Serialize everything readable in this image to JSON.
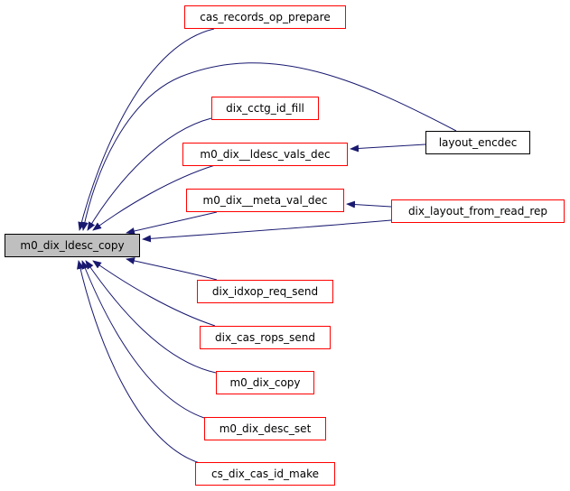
{
  "graph": {
    "edge_color": "#191970",
    "nodes": {
      "main": {
        "label": "m0_dix_ldesc_copy",
        "fill": "#bfbfbf",
        "border": "#000000"
      },
      "cas_records_op_prepare": {
        "label": "cas_records_op_prepare",
        "border": "#ff0000"
      },
      "dix_cctg_id_fill": {
        "label": "dix_cctg_id_fill",
        "border": "#ff0000"
      },
      "m0_dix__ldesc_vals_dec": {
        "label": "m0_dix__ldesc_vals_dec",
        "border": "#ff0000"
      },
      "m0_dix__meta_val_dec": {
        "label": "m0_dix__meta_val_dec",
        "border": "#ff0000"
      },
      "dix_idxop_req_send": {
        "label": "dix_idxop_req_send",
        "border": "#ff0000"
      },
      "dix_cas_rops_send": {
        "label": "dix_cas_rops_send",
        "border": "#ff0000"
      },
      "m0_dix_copy": {
        "label": "m0_dix_copy",
        "border": "#ff0000"
      },
      "m0_dix_desc_set": {
        "label": "m0_dix_desc_set",
        "border": "#ff0000"
      },
      "cs_dix_cas_id_make": {
        "label": "cs_dix_cas_id_make",
        "border": "#ff0000"
      },
      "layout_encdec": {
        "label": "layout_encdec",
        "border": "#000000"
      },
      "dix_layout_from_read_rep": {
        "label": "dix_layout_from_read_rep",
        "border": "#ff0000"
      }
    },
    "edges": [
      {
        "from": "cas_records_op_prepare",
        "to": "main"
      },
      {
        "from": "layout_encdec",
        "to": "main"
      },
      {
        "from": "dix_cctg_id_fill",
        "to": "main"
      },
      {
        "from": "m0_dix__ldesc_vals_dec",
        "to": "main"
      },
      {
        "from": "m0_dix__meta_val_dec",
        "to": "main"
      },
      {
        "from": "dix_layout_from_read_rep",
        "to": "main"
      },
      {
        "from": "dix_idxop_req_send",
        "to": "main"
      },
      {
        "from": "dix_cas_rops_send",
        "to": "main"
      },
      {
        "from": "m0_dix_copy",
        "to": "main"
      },
      {
        "from": "m0_dix_desc_set",
        "to": "main"
      },
      {
        "from": "cs_dix_cas_id_make",
        "to": "main"
      },
      {
        "from": "layout_encdec",
        "to": "m0_dix__ldesc_vals_dec"
      },
      {
        "from": "dix_layout_from_read_rep",
        "to": "m0_dix__meta_val_dec"
      }
    ]
  }
}
